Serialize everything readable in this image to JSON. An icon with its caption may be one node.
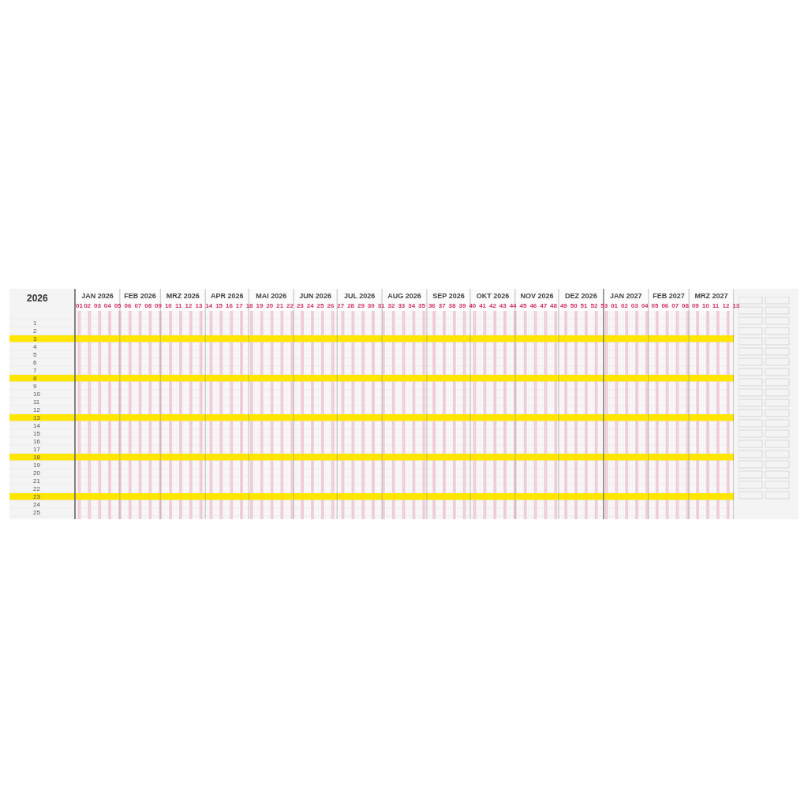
{
  "diagram": {
    "title": "2026",
    "labels": [
      "JAN 2026",
      "FEB 2026",
      "MRZ 2026",
      "APR 2026",
      "MAI 2026",
      "JUN 2026",
      "JUL 2026",
      "AUG 2026",
      "SEP 2026",
      "OKT 2026",
      "NOV 2026",
      "DEZ 2026",
      "JAN 2027",
      "FEB 2027",
      "MRZ 2027",
      "01",
      "02",
      "03",
      "04",
      "05",
      "06",
      "07",
      "08",
      "09",
      "10",
      "11",
      "12",
      "13",
      "14",
      "15",
      "16",
      "17",
      "18",
      "19",
      "20",
      "21",
      "22",
      "23",
      "24",
      "25",
      "26",
      "27",
      "28",
      "29",
      "30",
      "31",
      "32",
      "33",
      "34",
      "35",
      "36",
      "37",
      "38",
      "39",
      "40",
      "41",
      "42",
      "43",
      "44",
      "45",
      "46",
      "47",
      "48",
      "49",
      "50",
      "51",
      "52",
      "53",
      "01",
      "02",
      "03",
      "04",
      "05",
      "06",
      "07",
      "08",
      "09",
      "10",
      "11",
      "12",
      "13",
      "1",
      "2",
      "3",
      "4",
      "5",
      "6",
      "7",
      "8",
      "9",
      "10",
      "11",
      "12",
      "13",
      "14",
      "15",
      "16",
      "17",
      "18",
      "19",
      "20",
      "21",
      "22",
      "23",
      "24",
      "25"
    ]
  }
}
